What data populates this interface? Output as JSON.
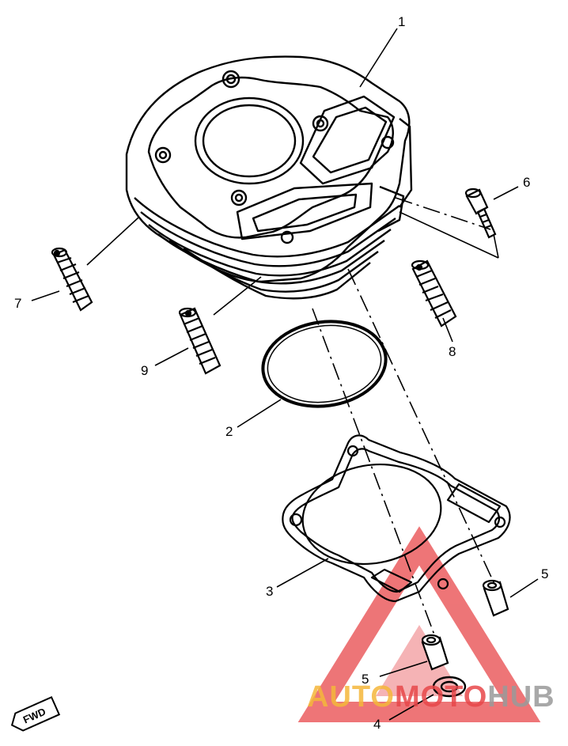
{
  "callouts": [
    {
      "id": "1",
      "label": "1"
    },
    {
      "id": "2",
      "label": "2"
    },
    {
      "id": "3",
      "label": "3"
    },
    {
      "id": "4",
      "label": "4"
    },
    {
      "id": "5a",
      "label": "5"
    },
    {
      "id": "5b",
      "label": "5"
    },
    {
      "id": "6",
      "label": "6"
    },
    {
      "id": "7",
      "label": "7"
    },
    {
      "id": "8",
      "label": "8"
    },
    {
      "id": "9",
      "label": "9"
    }
  ],
  "direction_badge": "FWD",
  "watermark": {
    "part1": "AUTO",
    "part2": "MOTO",
    "part3": "HUB"
  },
  "colors": {
    "line": "#000000",
    "watermark_orange": "#f5b73a",
    "watermark_red": "#e8474a",
    "watermark_gray": "#9a9a9a"
  }
}
